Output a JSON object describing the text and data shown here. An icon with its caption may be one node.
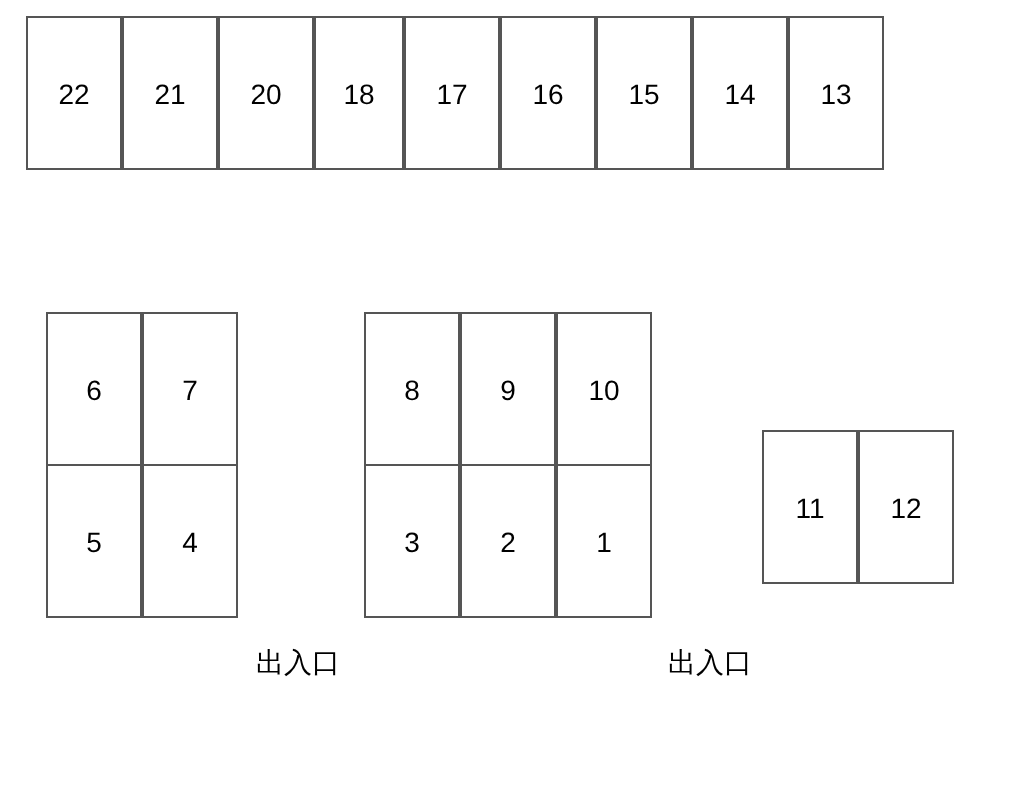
{
  "diagram": {
    "nodes": [
      {
        "text": [
          "22"
        ]
      },
      {
        "text": [
          "21"
        ]
      },
      {
        "text": [
          "20"
        ]
      },
      {
        "text": [
          "18"
        ]
      },
      {
        "text": [
          "17"
        ]
      },
      {
        "text": [
          "16"
        ]
      },
      {
        "text": [
          "15"
        ]
      },
      {
        "text": [
          "14"
        ]
      },
      {
        "text": [
          "13"
        ]
      },
      {
        "text": [
          "6"
        ]
      },
      {
        "text": [
          "7"
        ]
      },
      {
        "text": [
          "8"
        ]
      },
      {
        "text": [
          "9"
        ]
      },
      {
        "text": [
          "10"
        ]
      },
      {
        "text": [
          "11"
        ]
      },
      {
        "text": [
          "12"
        ]
      },
      {
        "text": [
          "5"
        ]
      },
      {
        "text": [
          "4"
        ]
      },
      {
        "text": [
          "3"
        ]
      },
      {
        "text": [
          "2"
        ]
      },
      {
        "text": [
          "1"
        ]
      }
    ],
    "labels": [
      "出入口",
      "出入口"
    ]
  }
}
